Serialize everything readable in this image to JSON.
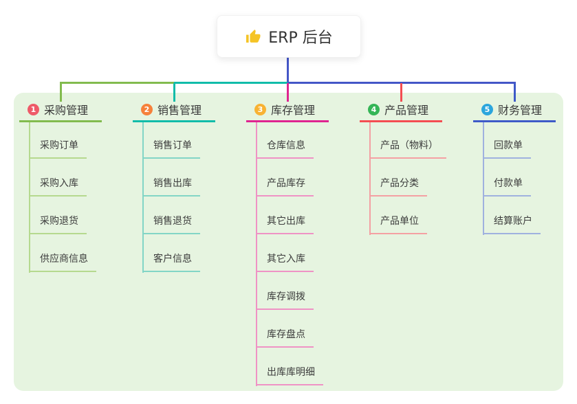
{
  "root": {
    "label": "ERP 后台",
    "icon": "thumbs-up-icon",
    "icon_color": "#F5C426"
  },
  "colors": {
    "panel_bg": "#E6F4E0",
    "root_connector": "#4456C7",
    "text": "#3b3b3b"
  },
  "branches": [
    {
      "index": "1",
      "label": "采购管理",
      "badge_color": "#EE5A68",
      "line_color": "#82BB4E",
      "child_line_color": "#B5D98E",
      "children": [
        "采购订单",
        "采购入库",
        "采购退货",
        "供应商信息"
      ]
    },
    {
      "index": "2",
      "label": "销售管理",
      "badge_color": "#F6813B",
      "line_color": "#11BCA9",
      "child_line_color": "#82D5C6",
      "children": [
        "销售订单",
        "销售出库",
        "销售退货",
        "客户信息"
      ]
    },
    {
      "index": "3",
      "label": "库存管理",
      "badge_color": "#F8B233",
      "line_color": "#DF2490",
      "child_line_color": "#EF92C5",
      "children": [
        "仓库信息",
        "产品库存",
        "其它出库",
        "其它入库",
        "库存调拨",
        "库存盘点",
        "出库库明细"
      ]
    },
    {
      "index": "4",
      "label": "产品管理",
      "badge_color": "#34B556",
      "line_color": "#F44D52",
      "child_line_color": "#F4A0A3",
      "children": [
        "产品（物料）",
        "产品分类",
        "产品单位"
      ]
    },
    {
      "index": "5",
      "label": "财务管理",
      "badge_color": "#2CA6DD",
      "line_color": "#3E5AC8",
      "child_line_color": "#9FB1DF",
      "children": [
        "回款单",
        "付款单",
        "结算账户"
      ]
    }
  ]
}
